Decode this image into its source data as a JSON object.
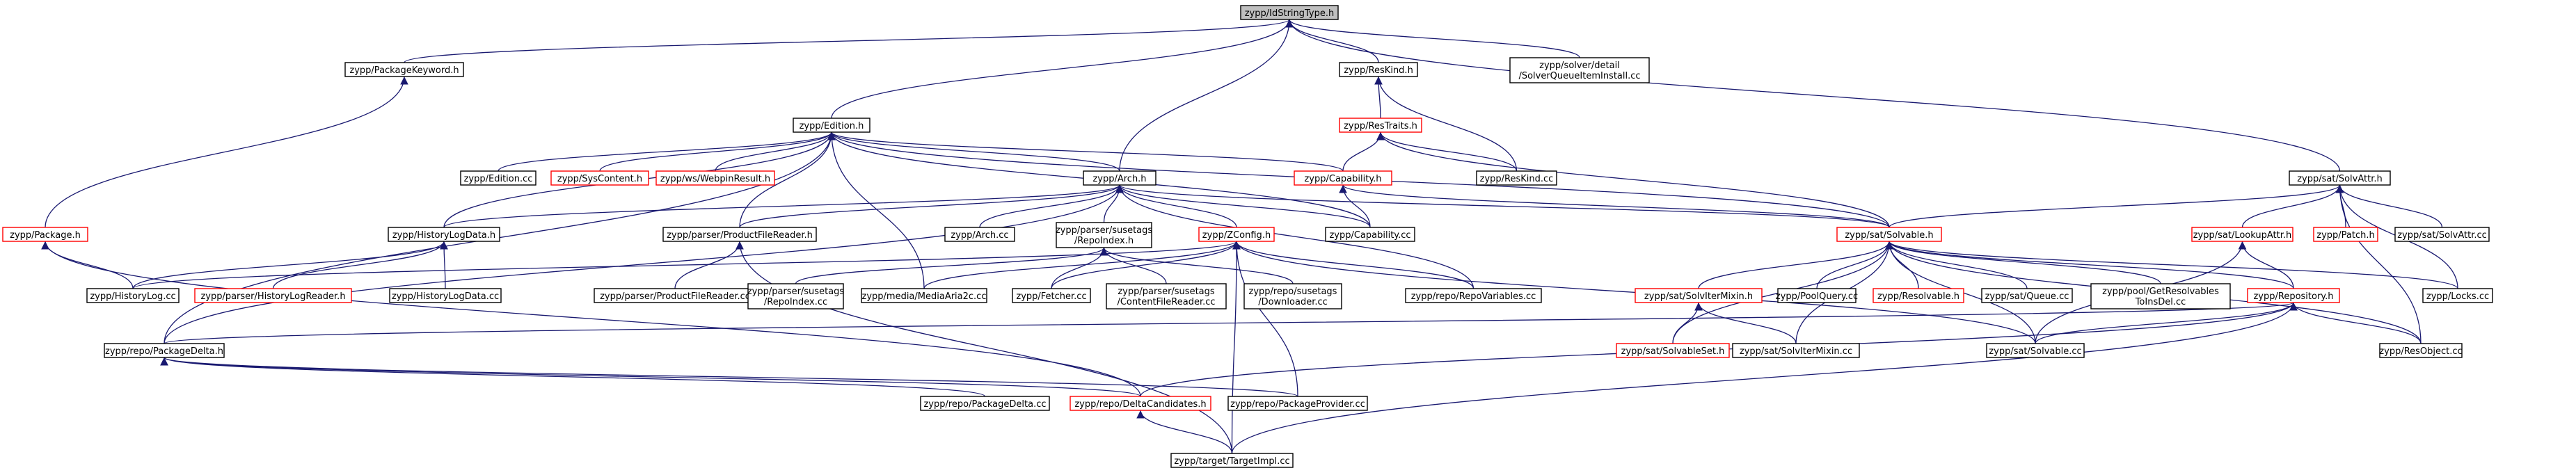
{
  "colors": {
    "edge": "#191970",
    "node_border_default": "#000000",
    "node_border_incomplete": "#ff0000",
    "node_fill_root": "#bfbfbf",
    "node_fill": "#ffffff"
  },
  "nodes": [
    {
      "id": "idstringtype",
      "label": "zypp/IdStringType.h",
      "style": "root"
    },
    {
      "id": "packagekeyword",
      "label": "zypp/PackageKeyword.h",
      "style": "normal"
    },
    {
      "id": "edition",
      "label": "zypp/Edition.h",
      "style": "normal"
    },
    {
      "id": "reskind",
      "label": "zypp/ResKind.h",
      "style": "normal"
    },
    {
      "id": "solverqueue",
      "label": "zypp/solver/detail/SolverQueueItemInstall.cc",
      "style": "normal"
    },
    {
      "id": "package",
      "label": "zypp/Package.h",
      "style": "red"
    },
    {
      "id": "restraits",
      "label": "zypp/ResTraits.h",
      "style": "red"
    },
    {
      "id": "editioncc",
      "label": "zypp/Edition.cc",
      "style": "normal"
    },
    {
      "id": "syscontent",
      "label": "zypp/SysContent.h",
      "style": "red"
    },
    {
      "id": "webpin",
      "label": "zypp/ws/WebpinResult.h",
      "style": "red"
    },
    {
      "id": "arch",
      "label": "zypp/Arch.h",
      "style": "normal"
    },
    {
      "id": "capability",
      "label": "zypp/Capability.h",
      "style": "red"
    },
    {
      "id": "reskindcc",
      "label": "zypp/ResKind.cc",
      "style": "normal"
    },
    {
      "id": "solvattr",
      "label": "zypp/sat/SolvAttr.h",
      "style": "normal"
    },
    {
      "id": "historylogdata",
      "label": "zypp/HistoryLogData.h",
      "style": "normal"
    },
    {
      "id": "productfilereader",
      "label": "zypp/parser/ProductFileReader.h",
      "style": "normal"
    },
    {
      "id": "archcc",
      "label": "zypp/Arch.cc",
      "style": "normal"
    },
    {
      "id": "repoindexh",
      "label": "zypp/parser/susetags/RepoIndex.h",
      "style": "normal"
    },
    {
      "id": "zconfig",
      "label": "zypp/ZConfig.h",
      "style": "red"
    },
    {
      "id": "capabilitycc",
      "label": "zypp/Capability.cc",
      "style": "normal"
    },
    {
      "id": "solvable",
      "label": "zypp/sat/Solvable.h",
      "style": "red"
    },
    {
      "id": "lookupattr",
      "label": "zypp/sat/LookupAttr.h",
      "style": "red"
    },
    {
      "id": "patch",
      "label": "zypp/Patch.h",
      "style": "red"
    },
    {
      "id": "solvattrcc",
      "label": "zypp/sat/SolvAttr.cc",
      "style": "normal"
    },
    {
      "id": "historylogcc",
      "label": "zypp/HistoryLog.cc",
      "style": "normal"
    },
    {
      "id": "historylogreader",
      "label": "zypp/parser/HistoryLogReader.h",
      "style": "red"
    },
    {
      "id": "historylogdatacc",
      "label": "zypp/HistoryLogData.cc",
      "style": "normal"
    },
    {
      "id": "productfilereadercc",
      "label": "zypp/parser/ProductFileReader.cc",
      "style": "normal"
    },
    {
      "id": "repoindexcc",
      "label": "zypp/parser/susetags/RepoIndex.cc",
      "style": "normal"
    },
    {
      "id": "mediaaria2c",
      "label": "zypp/media/MediaAria2c.cc",
      "style": "normal"
    },
    {
      "id": "fetchercc",
      "label": "zypp/Fetcher.cc",
      "style": "normal"
    },
    {
      "id": "contentfilereader",
      "label": "zypp/parser/susetags/ContentFileReader.cc",
      "style": "normal"
    },
    {
      "id": "downloadercc",
      "label": "zypp/repo/susetags/Downloader.cc",
      "style": "normal"
    },
    {
      "id": "repovariables",
      "label": "zypp/repo/RepoVariables.cc",
      "style": "normal"
    },
    {
      "id": "solvitermixin",
      "label": "zypp/sat/SolvIterMixin.h",
      "style": "red"
    },
    {
      "id": "poolquery",
      "label": "zypp/PoolQuery.cc",
      "style": "normal"
    },
    {
      "id": "resolvable",
      "label": "zypp/Resolvable.h",
      "style": "red"
    },
    {
      "id": "queuecc",
      "label": "zypp/sat/Queue.cc",
      "style": "normal"
    },
    {
      "id": "getresolvables",
      "label": "zypp/pool/GetResolvables ToInsDel.cc",
      "style": "normal"
    },
    {
      "id": "repository",
      "label": "zypp/Repository.h",
      "style": "red"
    },
    {
      "id": "lockscc",
      "label": "zypp/Locks.cc",
      "style": "normal"
    },
    {
      "id": "packagedelta",
      "label": "zypp/repo/PackageDelta.h",
      "style": "normal"
    },
    {
      "id": "solvableset",
      "label": "zypp/sat/SolvableSet.h",
      "style": "red"
    },
    {
      "id": "solvitermixincc",
      "label": "zypp/sat/SolvIterMixin.cc",
      "style": "normal"
    },
    {
      "id": "solvablecc",
      "label": "zypp/sat/Solvable.cc",
      "style": "normal"
    },
    {
      "id": "resobjectcc",
      "label": "zypp/ResObject.cc",
      "style": "normal"
    },
    {
      "id": "packagedeltacc",
      "label": "zypp/repo/PackageDelta.cc",
      "style": "normal"
    },
    {
      "id": "deltacandidates",
      "label": "zypp/repo/DeltaCandidates.h",
      "style": "red"
    },
    {
      "id": "packageprovider",
      "label": "zypp/repo/PackageProvider.cc",
      "style": "normal"
    },
    {
      "id": "targetimpl",
      "label": "zypp/target/TargetImpl.cc",
      "style": "normal"
    }
  ],
  "edges": [
    [
      "idstringtype",
      "packagekeyword"
    ],
    [
      "idstringtype",
      "edition"
    ],
    [
      "idstringtype",
      "reskind"
    ],
    [
      "idstringtype",
      "solverqueue"
    ],
    [
      "idstringtype",
      "arch"
    ],
    [
      "idstringtype",
      "solvattr"
    ],
    [
      "packagekeyword",
      "package"
    ],
    [
      "reskind",
      "restraits"
    ],
    [
      "reskind",
      "reskindcc"
    ],
    [
      "edition",
      "editioncc"
    ],
    [
      "edition",
      "syscontent"
    ],
    [
      "edition",
      "webpin"
    ],
    [
      "edition",
      "arch"
    ],
    [
      "edition",
      "capability"
    ],
    [
      "edition",
      "historylogdata"
    ],
    [
      "edition",
      "productfilereader"
    ],
    [
      "edition",
      "capabilitycc"
    ],
    [
      "edition",
      "solvable"
    ],
    [
      "edition",
      "mediaaria2c"
    ],
    [
      "edition",
      "packagedelta"
    ],
    [
      "restraits",
      "capability"
    ],
    [
      "restraits",
      "reskindcc"
    ],
    [
      "restraits",
      "solvable"
    ],
    [
      "arch",
      "historylogdata"
    ],
    [
      "arch",
      "archcc"
    ],
    [
      "arch",
      "repoindexh"
    ],
    [
      "arch",
      "zconfig"
    ],
    [
      "arch",
      "capabilitycc"
    ],
    [
      "arch",
      "solvable"
    ],
    [
      "arch",
      "repovariables"
    ],
    [
      "arch",
      "packagedelta"
    ],
    [
      "arch",
      "productfilereader"
    ],
    [
      "capability",
      "capabilitycc"
    ],
    [
      "capability",
      "solvable"
    ],
    [
      "solvattr",
      "solvable"
    ],
    [
      "solvattr",
      "lookupattr"
    ],
    [
      "solvattr",
      "patch"
    ],
    [
      "solvattr",
      "solvattrcc"
    ],
    [
      "solvattr",
      "lockscc"
    ],
    [
      "solvattr",
      "resobjectcc"
    ],
    [
      "historylogdata",
      "historylogcc"
    ],
    [
      "historylogdata",
      "historylogreader"
    ],
    [
      "historylogdata",
      "historylogdatacc"
    ],
    [
      "productfilereader",
      "productfilereadercc"
    ],
    [
      "productfilereader",
      "targetimpl"
    ],
    [
      "repoindexh",
      "repoindexcc"
    ],
    [
      "repoindexh",
      "fetchercc"
    ],
    [
      "repoindexh",
      "contentfilereader"
    ],
    [
      "repoindexh",
      "downloadercc"
    ],
    [
      "zconfig",
      "historylogcc"
    ],
    [
      "zconfig",
      "mediaaria2c"
    ],
    [
      "zconfig",
      "fetchercc"
    ],
    [
      "zconfig",
      "repovariables"
    ],
    [
      "zconfig",
      "solvablecc"
    ],
    [
      "zconfig",
      "packageprovider"
    ],
    [
      "zconfig",
      "targetimpl"
    ],
    [
      "solvable",
      "solvitermixin"
    ],
    [
      "solvable",
      "poolquery"
    ],
    [
      "solvable",
      "resolvable"
    ],
    [
      "solvable",
      "queuecc"
    ],
    [
      "solvable",
      "getresolvables"
    ],
    [
      "solvable",
      "repository"
    ],
    [
      "solvable",
      "lockscc"
    ],
    [
      "solvable",
      "solvableset"
    ],
    [
      "solvable",
      "solvitermixincc"
    ],
    [
      "solvable",
      "solvablecc"
    ],
    [
      "solvable",
      "resobjectcc"
    ],
    [
      "solvitermixin",
      "solvableset"
    ],
    [
      "solvitermixin",
      "solvitermixincc"
    ],
    [
      "lookupattr",
      "repository"
    ],
    [
      "lookupattr",
      "solvablecc"
    ],
    [
      "repository",
      "packagedelta"
    ],
    [
      "repository",
      "deltacandidates"
    ],
    [
      "repository",
      "targetimpl"
    ],
    [
      "repository",
      "solvablecc"
    ],
    [
      "repository",
      "resobjectcc"
    ],
    [
      "package",
      "historylogcc"
    ],
    [
      "package",
      "deltacandidates"
    ],
    [
      "packagedelta",
      "packagedeltacc"
    ],
    [
      "packagedelta",
      "deltacandidates"
    ],
    [
      "packagedelta",
      "packageprovider"
    ],
    [
      "deltacandidates",
      "targetimpl"
    ]
  ]
}
